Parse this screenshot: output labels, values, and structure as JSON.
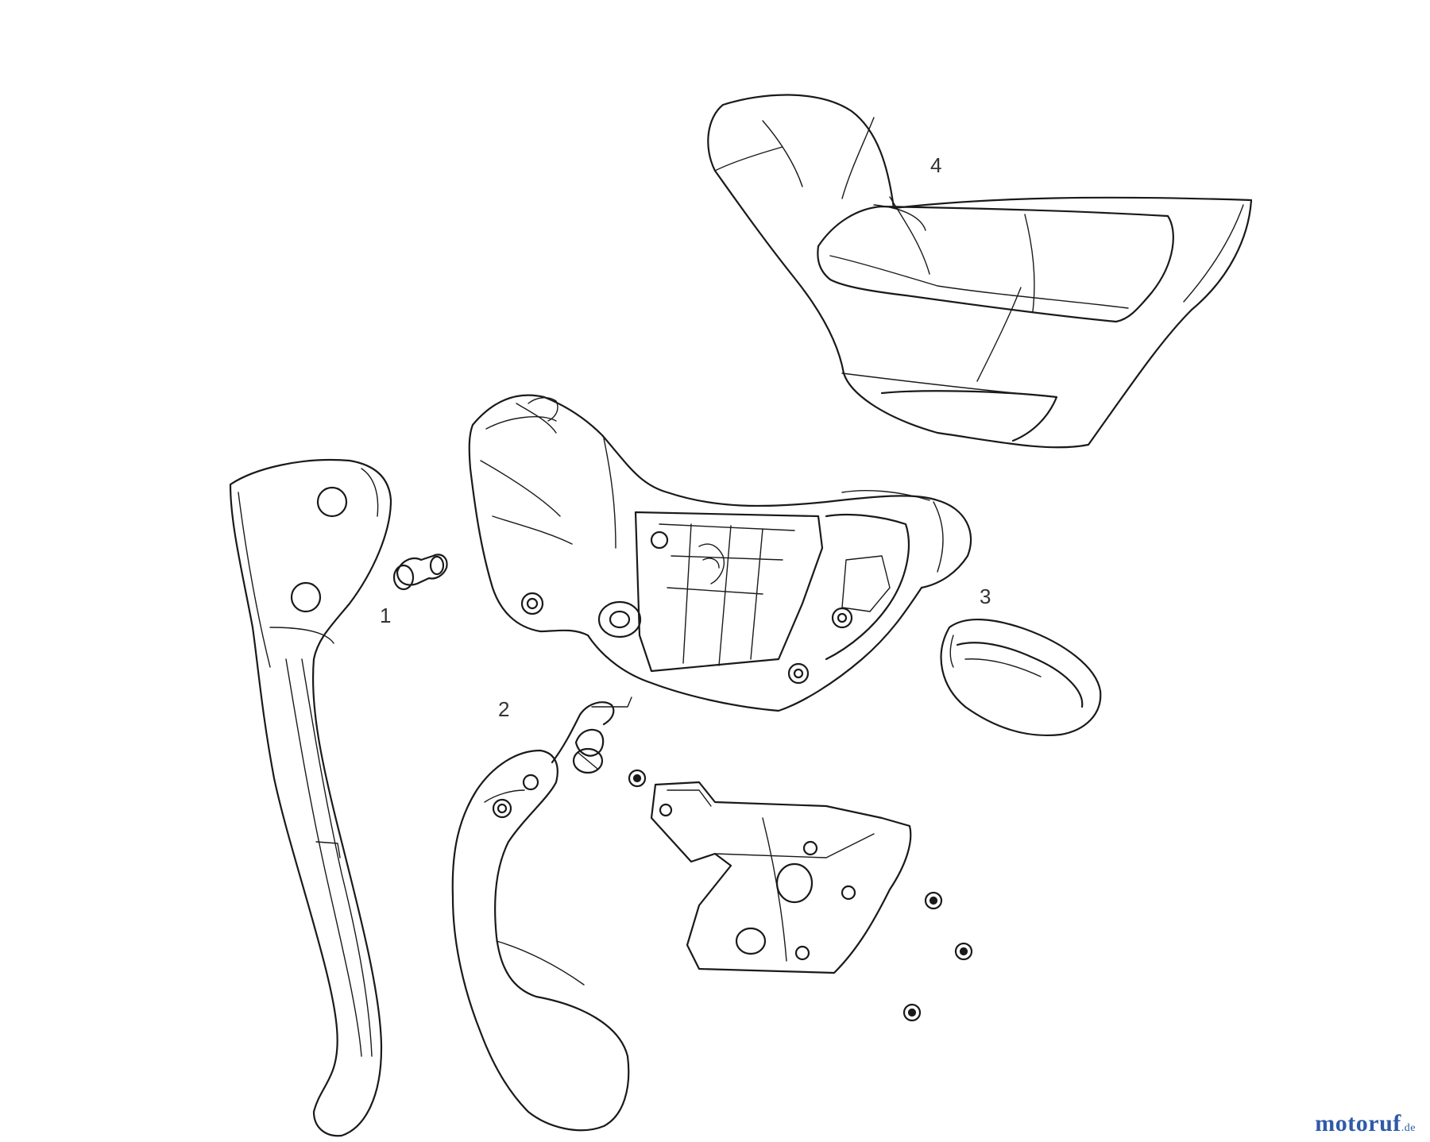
{
  "callouts": [
    {
      "label": "1"
    },
    {
      "label": "2"
    },
    {
      "label": "3"
    },
    {
      "label": "4"
    }
  ],
  "watermark": {
    "main": "motoruf",
    "sub": ".de"
  },
  "colors": {
    "line": "#1a1a1a",
    "callout": "#333333",
    "watermark": "#2f5aa8"
  }
}
